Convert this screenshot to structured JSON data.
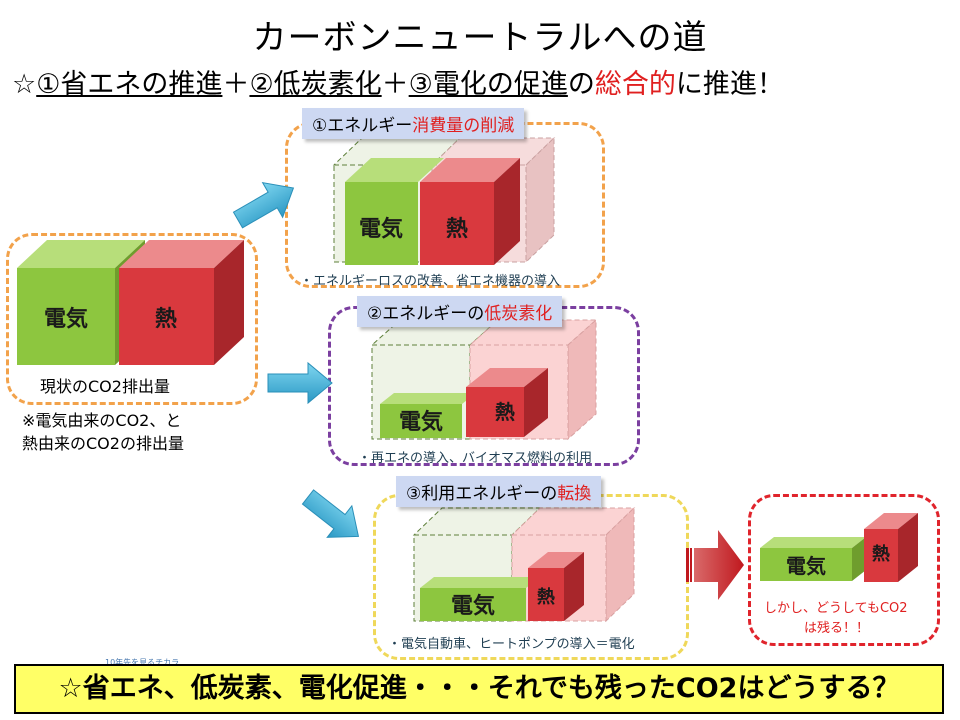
{
  "title": "カーボンニュートラルへの道",
  "subtitle": {
    "star": "☆",
    "item1": "①省エネの推進",
    "plus1": "＋",
    "item2": "②低炭素化",
    "plus2": "＋",
    "item3": "③電化の促進",
    "no": "の",
    "emphasis": "総合的",
    "tail": "に推進！"
  },
  "current": {
    "electricity": "電気",
    "heat": "熱",
    "caption": "現状のCO2排出量",
    "note_line1": "※電気由来のCO2、と",
    "note_line2": "熱由来のCO2の排出量"
  },
  "step1": {
    "label_prefix": "①エネルギー",
    "label_highlight": "消費量の削減",
    "electricity": "電気",
    "heat": "熱",
    "note": "・エネルギーロスの改善、省エネ機器の導入"
  },
  "step2": {
    "label_prefix": "②エネルギーの",
    "label_highlight": "低炭素化",
    "electricity": "電気",
    "heat": "熱",
    "note": "・再エネの導入、バイオマス燃料の利用"
  },
  "step3": {
    "label_prefix": "③利用エネルギーの",
    "label_highlight": "転換",
    "electricity": "電気",
    "heat": "熱",
    "note": "・電気自動車、ヒートポンプの導入＝電化"
  },
  "result": {
    "electricity": "電気",
    "heat": "熱",
    "note_line1": "しかし、どうしてもCO2",
    "note_line2": "は残る！！"
  },
  "watermark": "10年先を見るチカラ",
  "bottom_bar": "☆省エネ、低炭素、電化促進・・・それでも残ったCO2はどうする？",
  "colors": {
    "green": "#8dc63f",
    "red": "#d9393e",
    "orange_border": "#f2a24b",
    "purple_border": "#7b3fa0",
    "yellow_border": "#efd85a",
    "red_border": "#e0242c",
    "arrow_cyan": "#3ab0d8",
    "label_bg": "#cdd8f2",
    "bar_bg": "#ffff66"
  }
}
